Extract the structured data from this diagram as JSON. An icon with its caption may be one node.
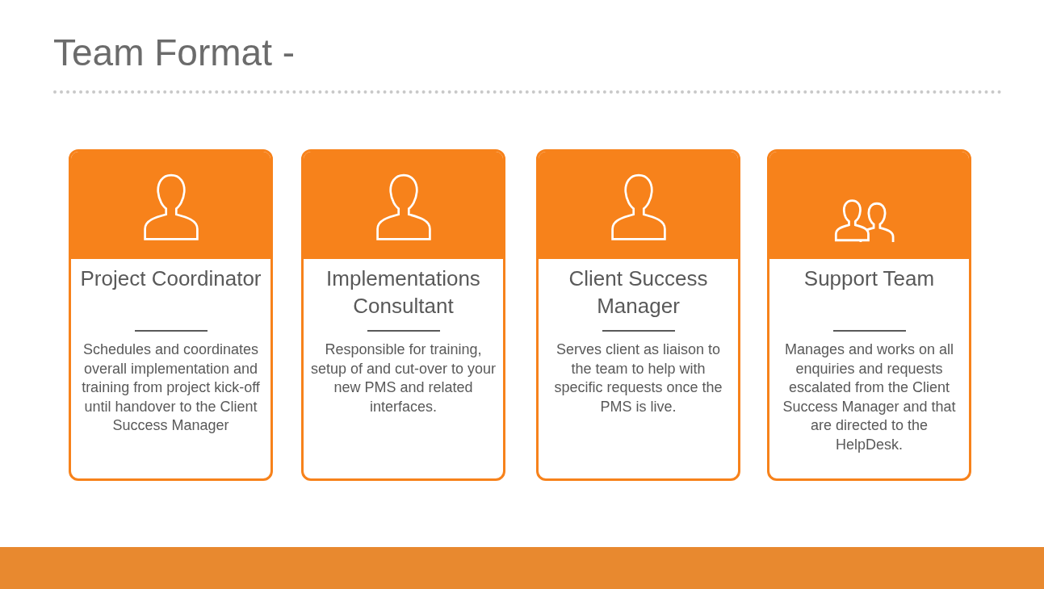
{
  "diagram": {
    "title": "Team Format -",
    "nodes": [
      {
        "text": [
          "Project Coordinator",
          "Schedules and coordinates overall implementation and training from project kick-off until handover to the Client Success Manager"
        ]
      },
      {
        "text": [
          "Implementations Consultant",
          "Responsible for training, setup of and cut-over to your new PMS and related interfaces."
        ]
      },
      {
        "text": [
          "Client Success Manager",
          "Serves client as liaison to the team to help with specific requests once the PMS is live."
        ]
      },
      {
        "text": [
          "Support Team",
          "Manages and works on all enquiries and requests escalated from the Client Success Manager and that are directed to the HelpDesk."
        ]
      }
    ],
    "edges": []
  }
}
